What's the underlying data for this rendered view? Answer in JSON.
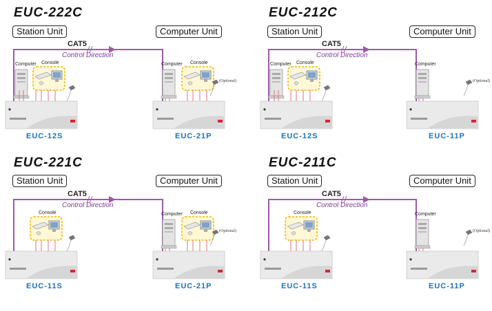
{
  "panels": [
    {
      "model": "EUC-222C",
      "station_label": "Station Unit",
      "computer_label": "Computer Unit",
      "cable": "CAT5",
      "direction": "Control Direction",
      "station_unit": "EUC-12S",
      "computer_unit": "EUC-21P",
      "computer_text": "Computer",
      "console_text": "Console",
      "computer_side_computer": "Computer",
      "computer_side_console": "Console",
      "optional": "(Optional)"
    },
    {
      "model": "EUC-212C",
      "station_label": "Station Unit",
      "computer_label": "Computer Unit",
      "cable": "CAT5",
      "direction": "Control Direction",
      "station_unit": "EUC-12S",
      "computer_unit": "EUC-11P",
      "computer_text": "Computer",
      "console_text": "Console",
      "computer_side_computer": "Computer",
      "optional": "(Optional)"
    },
    {
      "model": "EUC-221C",
      "station_label": "Station Unit",
      "computer_label": "Computer Unit",
      "cable": "CAT5",
      "direction": "Control Direction",
      "station_unit": "EUC-11S",
      "computer_unit": "EUC-21P",
      "console_text": "Console",
      "computer_side_computer": "Computer",
      "computer_side_console": "Console",
      "optional": "(Optional)"
    },
    {
      "model": "EUC-211C",
      "station_label": "Station Unit",
      "computer_label": "Computer Unit",
      "cable": "CAT5",
      "direction": "Control Direction",
      "station_unit": "EUC-11S",
      "computer_unit": "EUC-11P",
      "console_text": "Console",
      "computer_side_computer": "Computer",
      "optional": "(Optional)"
    }
  ]
}
